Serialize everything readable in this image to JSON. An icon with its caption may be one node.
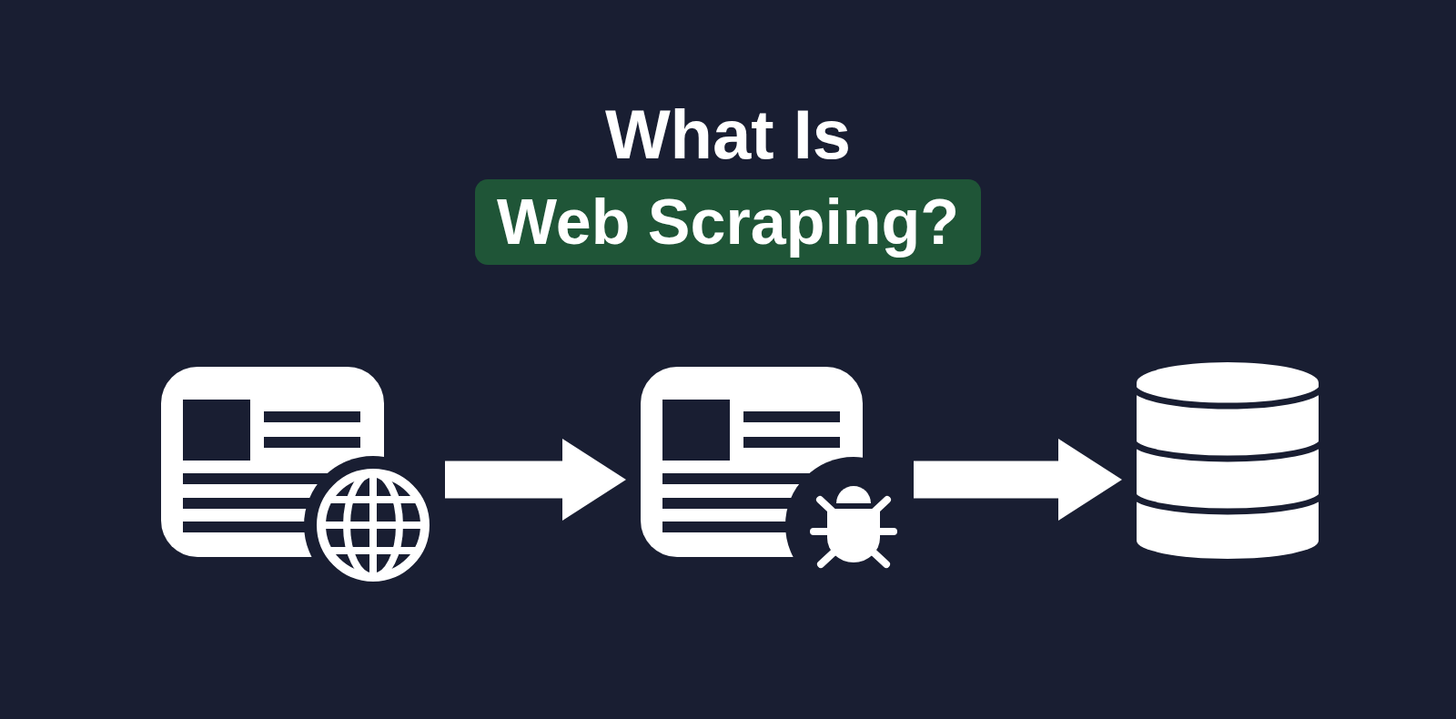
{
  "diagram": {
    "title": "What Is Web Scraping?",
    "nodes": [
      {
        "text": [],
        "shape": "picture"
      },
      {
        "text": [],
        "shape": "picture"
      },
      {
        "text": [],
        "shape": "cylinder"
      }
    ],
    "edges": [
      {
        "from": 0,
        "to": 1,
        "arrow": "to"
      },
      {
        "from": 1,
        "to": 2,
        "arrow": "to"
      }
    ]
  }
}
